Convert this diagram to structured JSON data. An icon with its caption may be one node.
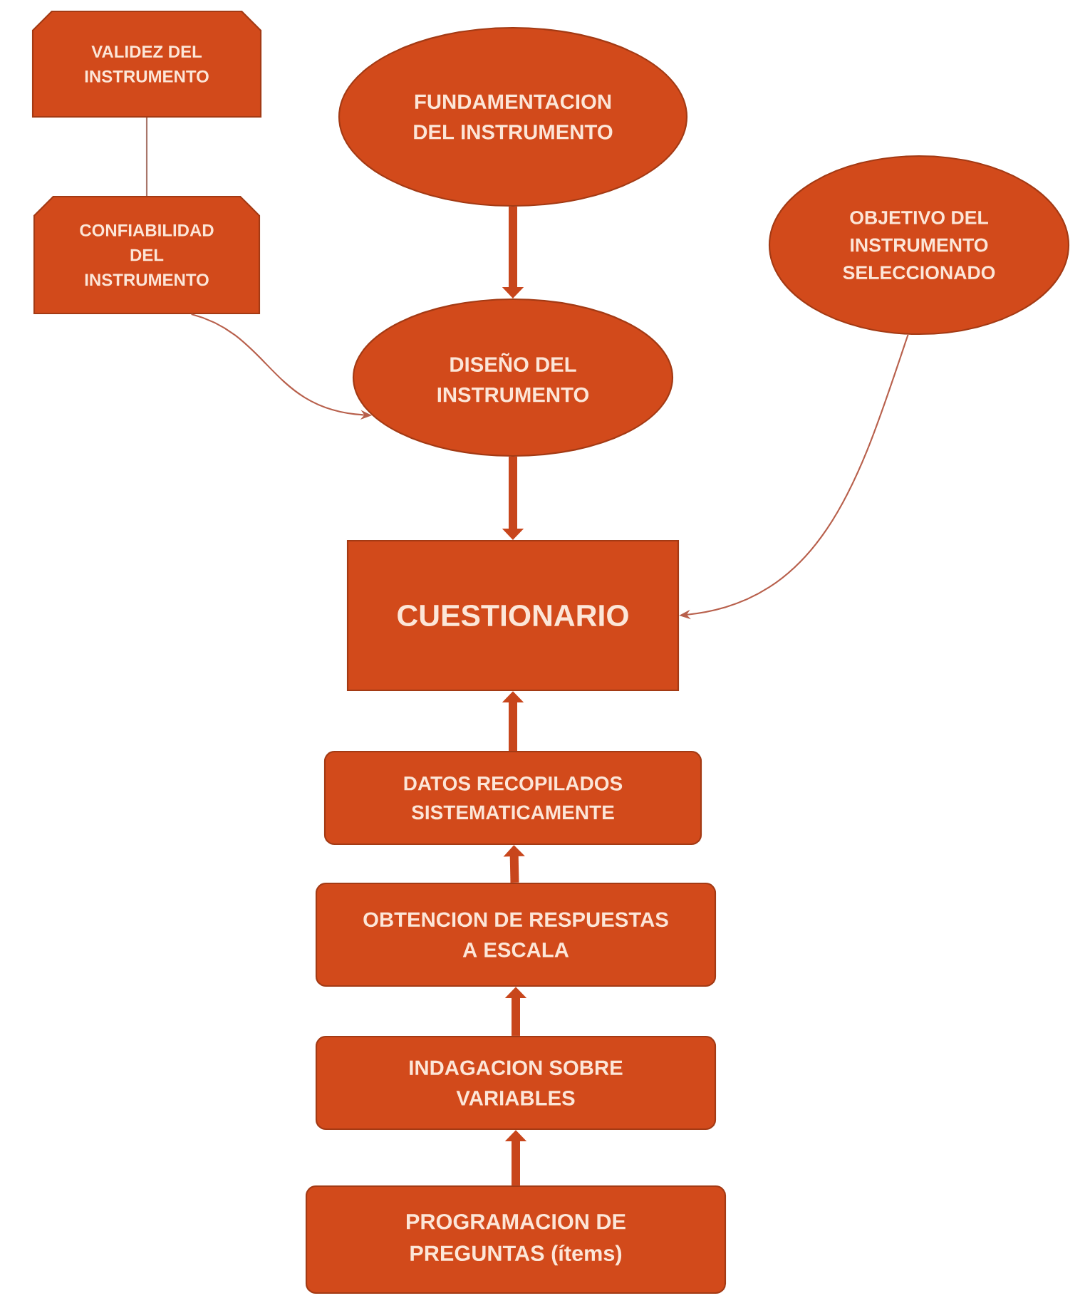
{
  "diagram": {
    "nodes": [
      {
        "text": [
          "VALIDEZ DEL INSTRUMENTO"
        ]
      },
      {
        "text": [
          "FUNDAMENTACION DEL INSTRUMENTO"
        ]
      },
      {
        "text": [
          "CONFIABILIDAD DEL INSTRUMENTO"
        ]
      },
      {
        "text": [
          "OBJETIVO DEL INSTRUMENTO SELECCIONADO"
        ]
      },
      {
        "text": [
          "DISEÑO DEL INSTRUMENTO"
        ]
      },
      {
        "text": [
          "CUESTIONARIO"
        ]
      },
      {
        "text": [
          "DATOS RECOPILADOS SISTEMATICAMENTE"
        ]
      },
      {
        "text": [
          "OBTENCION DE RESPUESTAS A ESCALA"
        ]
      },
      {
        "text": [
          "INDAGACION SOBRE VARIABLES"
        ]
      },
      {
        "text": [
          "PROGRAMACION DE PREGUNTAS (ítems)"
        ]
      }
    ],
    "edges": [
      {
        "from": 0,
        "to": 2,
        "arrow": "none",
        "color": "#a8766a"
      },
      {
        "from": 1,
        "to": 4,
        "arrow": "to"
      },
      {
        "from": 2,
        "to": 4,
        "arrow": "to",
        "color": "#b8604c"
      },
      {
        "from": 3,
        "to": 5,
        "arrow": "to",
        "color": "#b8604c"
      },
      {
        "from": 4,
        "to": 5,
        "arrow": "to"
      },
      {
        "from": 6,
        "to": 5,
        "arrow": "to"
      },
      {
        "from": 7,
        "to": 6,
        "arrow": "to"
      },
      {
        "from": 8,
        "to": 7,
        "arrow": "to"
      },
      {
        "from": 9,
        "to": 8,
        "arrow": "to"
      }
    ]
  }
}
